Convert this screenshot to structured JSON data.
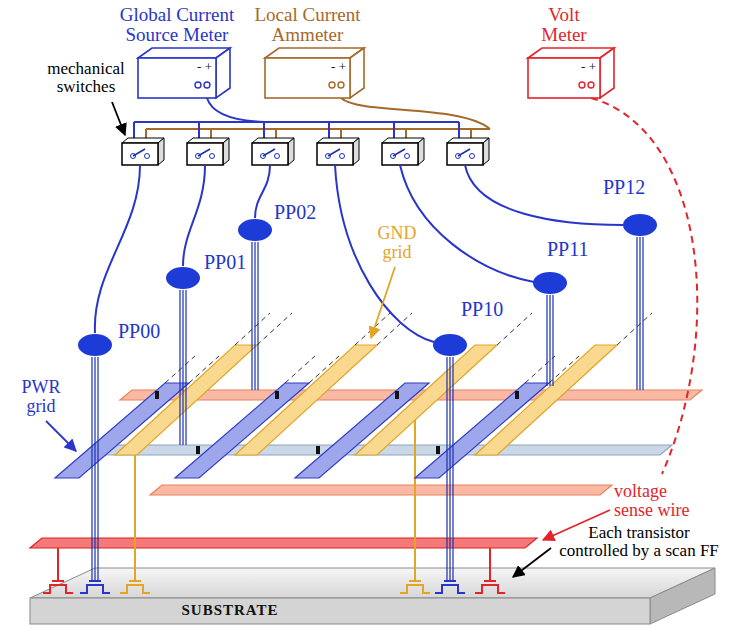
{
  "diagram": {
    "nodes": [
      {
        "text": [
          "Global Current Source Meter",
          "- +"
        ]
      },
      {
        "text": [
          "Local Current Ammeter",
          "- +"
        ]
      },
      {
        "text": [
          "Volt Meter",
          "- +"
        ]
      },
      {
        "text": [
          "PP00"
        ]
      },
      {
        "text": [
          "PP01"
        ]
      },
      {
        "text": [
          "PP02"
        ]
      },
      {
        "text": [
          "PP10"
        ]
      },
      {
        "text": [
          "PP11"
        ]
      },
      {
        "text": [
          "PP12"
        ]
      }
    ],
    "labels": [
      "mechanical switches",
      "GND grid",
      "PWR grid",
      "voltage sense wire",
      "Each transistor controlled by a scan FF",
      "SUBSTRATE"
    ]
  }
}
